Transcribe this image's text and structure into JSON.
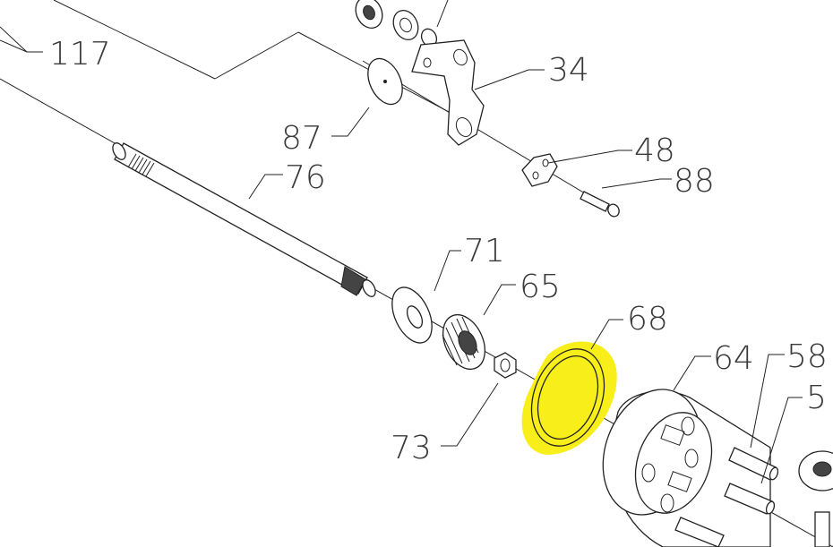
{
  "diagram": {
    "highlight_color": "#f7ee1a",
    "line_color": "#222222",
    "label_color": "#3a3a3a",
    "labels": {
      "l117": "117",
      "l34": "34",
      "l87": "87",
      "l48": "48",
      "l88": "88",
      "l76": "76",
      "l71": "71",
      "l65": "65",
      "l68": "68",
      "l64": "64",
      "l58": "58",
      "l5x": "5",
      "l73": "73"
    }
  }
}
